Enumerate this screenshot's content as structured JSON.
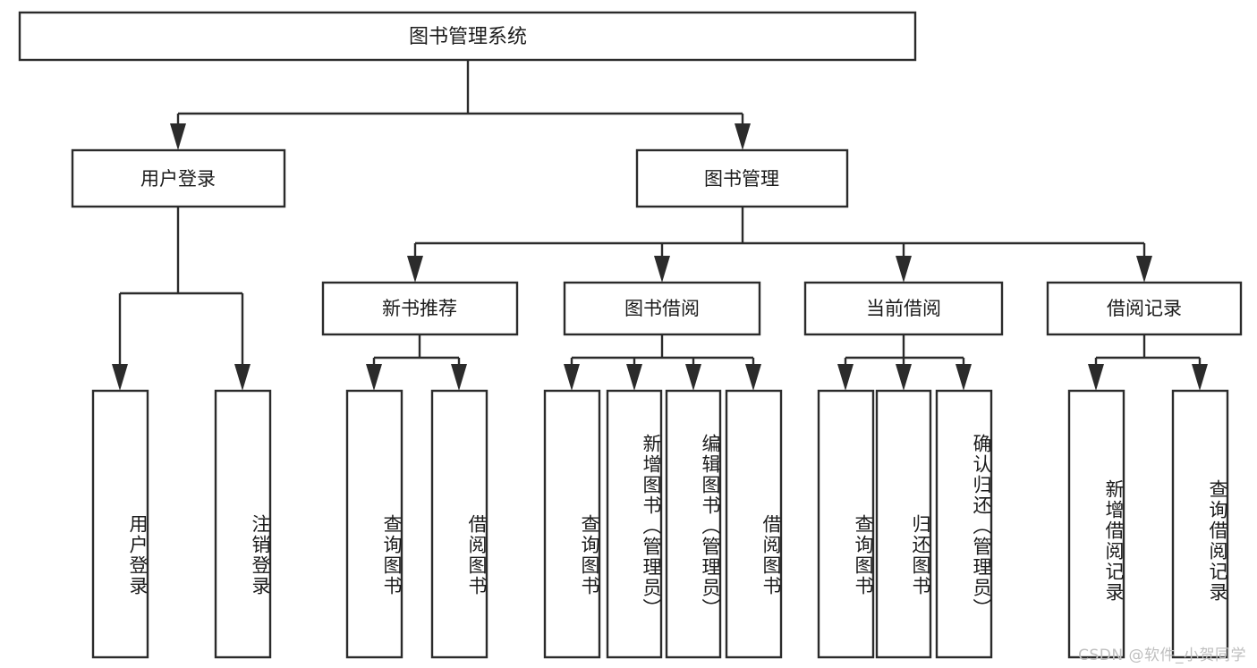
{
  "diagram": {
    "title": "图书管理系统",
    "type": "tree-hierarchy-chart",
    "orientation": "top-down",
    "root": {
      "label": "图书管理系统"
    },
    "level1": [
      {
        "label": "用户登录"
      },
      {
        "label": "图书管理"
      }
    ],
    "level2": [
      {
        "label": "新书推荐"
      },
      {
        "label": "图书借阅"
      },
      {
        "label": "当前借阅"
      },
      {
        "label": "借阅记录"
      }
    ],
    "leaves": [
      {
        "label": "用户登录"
      },
      {
        "label": "注销登录"
      },
      {
        "label": "查询图书"
      },
      {
        "label": "借阅图书"
      },
      {
        "label": "查询图书"
      },
      {
        "label": "新增图书（管理员）"
      },
      {
        "label": "编辑图书（管理员）"
      },
      {
        "label": "借阅图书"
      },
      {
        "label": "查询图书"
      },
      {
        "label": "归还图书"
      },
      {
        "label": "确认归还（管理员）"
      },
      {
        "label": "新增借阅记录"
      },
      {
        "label": "查询借阅记录"
      }
    ],
    "colors": {
      "stroke": "#2b2b2b",
      "fill": "#ffffff",
      "text": "#1b1b1b",
      "watermark": "#bfbfbf",
      "background": "#ffffff"
    }
  },
  "watermark": {
    "text": "CSDN @软件_小贺同学"
  }
}
